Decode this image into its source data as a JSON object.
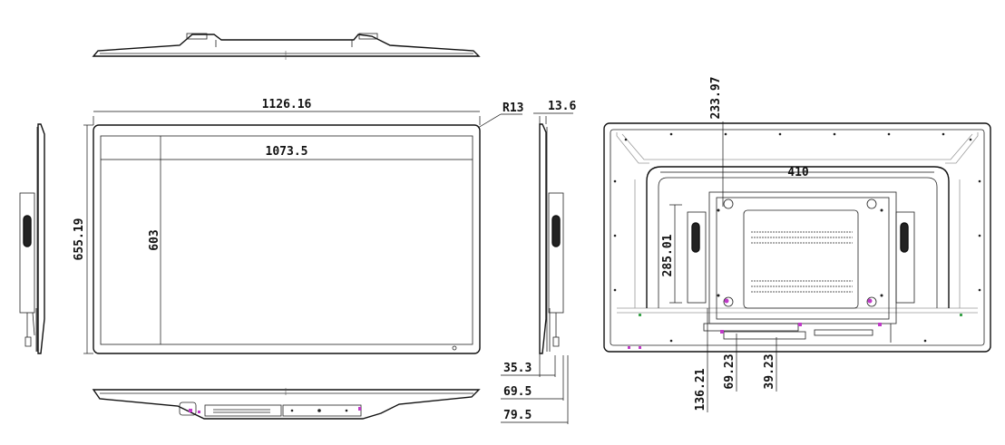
{
  "dimensions": {
    "total_width": "1126.16",
    "inner_width": "1073.5",
    "total_height": "655.19",
    "inner_height": "603",
    "corner_radius": "R13",
    "bezel_depth": "13.6",
    "depth_1": "35.3",
    "depth_2": "69.5",
    "depth_3": "79.5",
    "vesa_width": "410",
    "vesa_top": "233.97",
    "vesa_height": "285.01",
    "bottom_offset_1": "136.21",
    "bottom_offset_2": "69.23",
    "bottom_offset_3": "39.23"
  },
  "colors": {
    "line": "#111111",
    "marker": "#c03ac8",
    "guide": "#9a9a9a"
  }
}
